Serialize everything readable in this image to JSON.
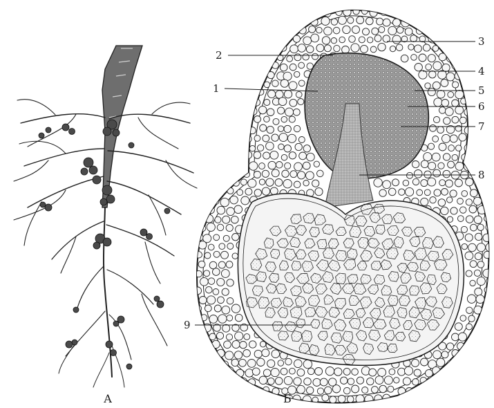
{
  "panels": {
    "left": {
      "caption": "А"
    },
    "right": {
      "caption": "Б"
    }
  },
  "labels": [
    "1",
    "2",
    "3",
    "4",
    "5",
    "6",
    "7",
    "8",
    "9"
  ],
  "colors": {
    "ink": "#1a1a1a",
    "paper": "#ffffff",
    "stele": "#8c8c8c",
    "nodule_core": "#d9d9d9"
  }
}
